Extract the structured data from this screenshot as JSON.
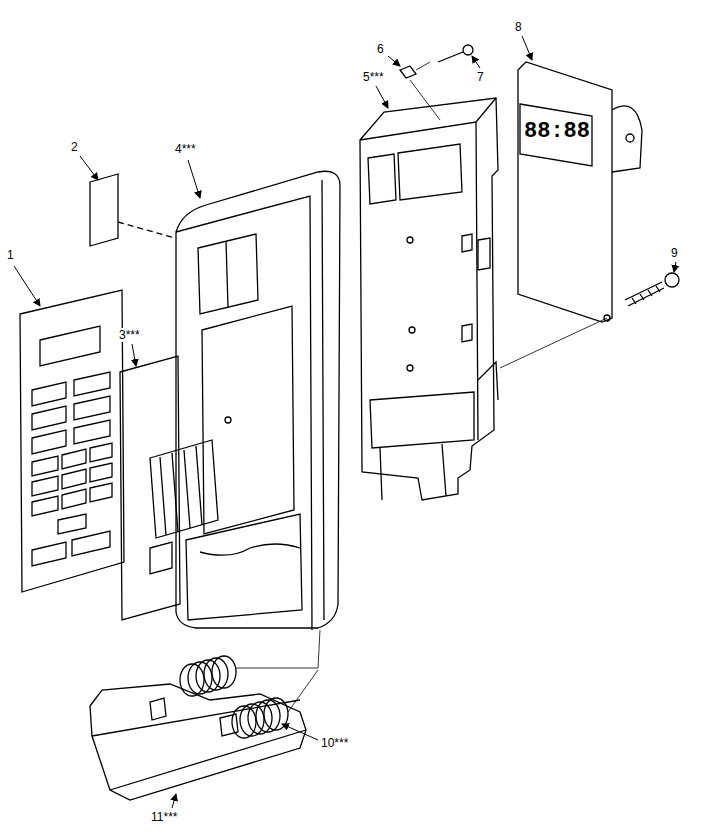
{
  "diagram": {
    "labels": [
      "1",
      "2",
      "3***",
      "4***",
      "5***",
      "6",
      "7",
      "8",
      "9",
      "10***",
      "11***",
      "88:88"
    ]
  }
}
